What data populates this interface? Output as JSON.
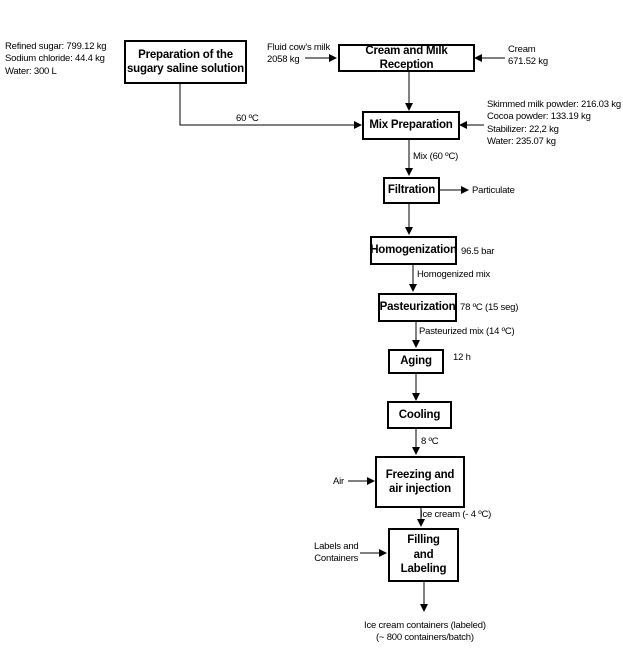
{
  "process_steps": {
    "sugary_solution": "Preparation of the sugary saline solution",
    "reception": "Cream and Milk Reception",
    "mix_preparation": "Mix Preparation",
    "filtration": "Filtration",
    "homogenization": "Homogenization",
    "pasteurization": "Pasteurization",
    "aging": "Aging",
    "cooling": "Cooling",
    "freezing": "Freezing and air injection",
    "filling": "Filling and Labeling"
  },
  "inputs": {
    "sugary": [
      "Refined sugar: 799.12 kg",
      "Sodium chloride: 44.4 kg",
      "Water: 300 L"
    ],
    "milk": [
      "Fluid cow's milk",
      "2058 kg"
    ],
    "cream": [
      "Cream",
      "671.52 kg"
    ],
    "mix_additives": [
      "Skimmed milk powder: 216.03 kg",
      "Cocoa powder: 133.19 kg",
      "Stabilizer: 22,2 kg",
      "Water: 235.07 kg"
    ],
    "air": "Air",
    "labels_containers": [
      "Labels and",
      "Containers"
    ]
  },
  "flow_labels": {
    "solution_temp": "60 ºC",
    "mix": "Mix (60 ºC)",
    "particulate": "Particulate",
    "homog_pressure": "96.5 bar",
    "homogenized_mix": "Homogenized mix",
    "past_condition": "78 ºC (15 seg)",
    "pasteurized_mix": "Pasteurized mix (14 ºC)",
    "aging_time": "12 h",
    "cool_temp": "8 ºC",
    "ice_cream": "Ice cream (- 4 ºC)"
  },
  "output": [
    "Ice cream containers (labeled)",
    "(~ 800 containers/batch)"
  ]
}
